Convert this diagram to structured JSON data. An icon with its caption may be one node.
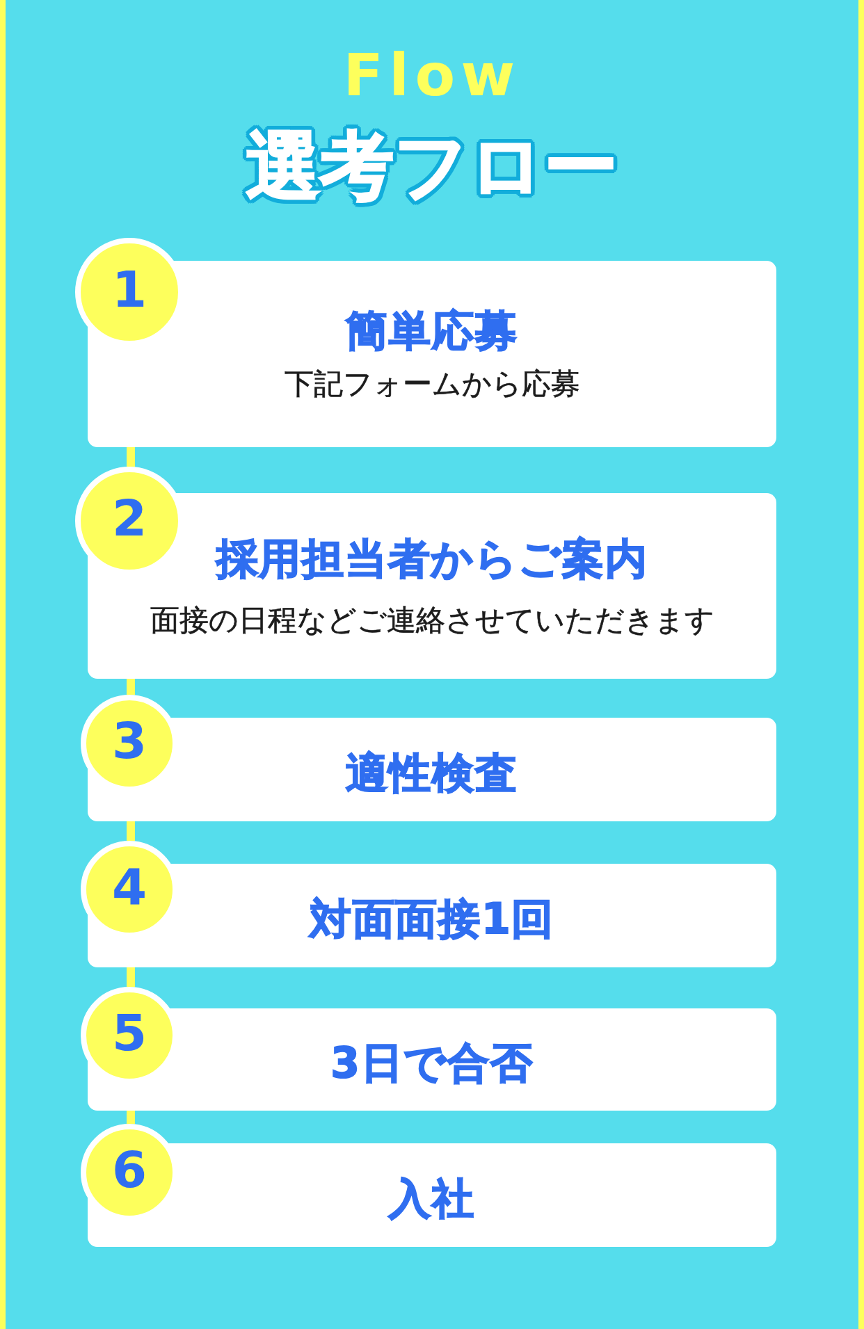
{
  "diagram": {
    "title": "選考フロー",
    "nodes": [
      {
        "text": [
          "1"
        ]
      },
      {
        "text": [
          "簡単応募",
          "下記フォームから応募"
        ]
      },
      {
        "text": [
          "2"
        ]
      },
      {
        "text": [
          "採用担当者からご案内",
          "面接の日程などご連絡させていただきます"
        ]
      },
      {
        "text": [
          "3"
        ]
      },
      {
        "text": [
          "適性検査"
        ]
      },
      {
        "text": [
          "4"
        ]
      },
      {
        "text": [
          "対面面接1回"
        ]
      },
      {
        "text": [
          "5"
        ]
      },
      {
        "text": [
          "3日で合否"
        ]
      },
      {
        "text": [
          "6"
        ]
      },
      {
        "text": [
          "入社"
        ]
      }
    ],
    "edges": [
      {
        "from": 1,
        "to": 2,
        "arrow": "none"
      },
      {
        "from": 3,
        "to": 4,
        "arrow": "none"
      },
      {
        "from": 5,
        "to": 6,
        "arrow": "none"
      },
      {
        "from": 7,
        "to": 8,
        "arrow": "none"
      },
      {
        "from": 9,
        "to": 10,
        "arrow": "none"
      }
    ],
    "labels": [
      "Flow"
    ]
  }
}
